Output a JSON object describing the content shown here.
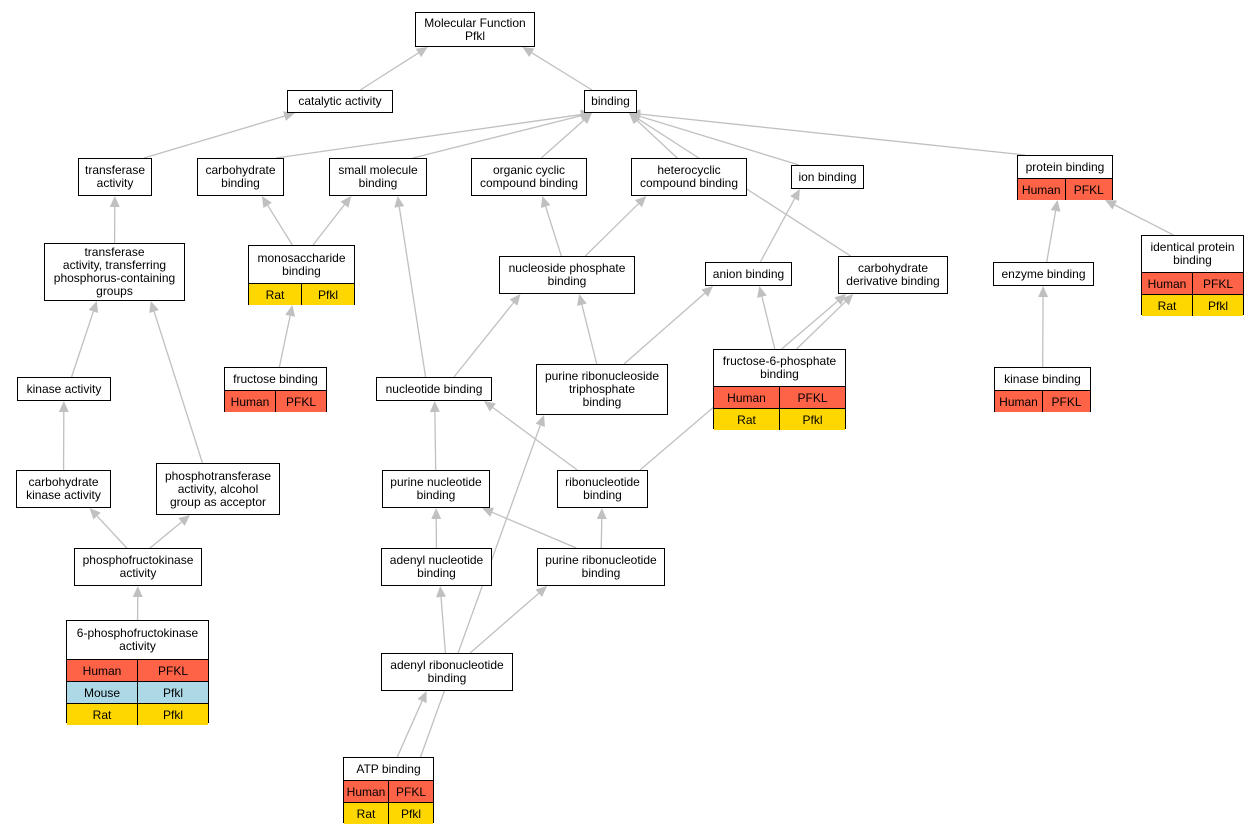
{
  "colors": {
    "edge": "#c0c0c0",
    "Human": "#ff6347",
    "Mouse": "#add8e6",
    "Rat": "#ffd700"
  },
  "nodes": {
    "mf": {
      "label": "Molecular Function\nPfkl",
      "annotations": []
    },
    "catalytic": {
      "label": "catalytic activity",
      "annotations": []
    },
    "binding": {
      "label": "binding",
      "annotations": []
    },
    "transferase": {
      "label": "transferase\nactivity",
      "annotations": []
    },
    "carb_binding": {
      "label": "carbohydrate\nbinding",
      "annotations": []
    },
    "small_mol": {
      "label": "small molecule\nbinding",
      "annotations": []
    },
    "org_cyclic": {
      "label": "organic cyclic\ncompound binding",
      "annotations": []
    },
    "heterocyclic": {
      "label": "heterocyclic\ncompound binding",
      "annotations": []
    },
    "ion_binding": {
      "label": "ion binding",
      "annotations": []
    },
    "protein_binding": {
      "label": "protein binding",
      "annotations": [
        [
          "Human",
          "PFKL"
        ]
      ]
    },
    "transferase_phos": {
      "label": "transferase\nactivity, transferring\nphosphorus-containing\ngroups",
      "annotations": []
    },
    "monosacch": {
      "label": "monosaccharide\nbinding",
      "annotations": [
        [
          "Rat",
          "Pfkl"
        ]
      ]
    },
    "nucleoside_phos": {
      "label": "nucleoside phosphate\nbinding",
      "annotations": []
    },
    "anion": {
      "label": "anion binding",
      "annotations": []
    },
    "carb_deriv": {
      "label": "carbohydrate\nderivative binding",
      "annotations": []
    },
    "enzyme_binding": {
      "label": "enzyme binding",
      "annotations": []
    },
    "identical_protein": {
      "label": "identical protein\nbinding",
      "annotations": [
        [
          "Human",
          "PFKL"
        ],
        [
          "Rat",
          "Pfkl"
        ]
      ]
    },
    "kinase_activity": {
      "label": "kinase activity",
      "annotations": []
    },
    "fructose": {
      "label": "fructose binding",
      "annotations": [
        [
          "Human",
          "PFKL"
        ]
      ]
    },
    "nucleotide": {
      "label": "nucleotide binding",
      "annotations": []
    },
    "purine_ribonucleoside_tp": {
      "label": "purine ribonucleoside\ntriphosphate\nbinding",
      "annotations": []
    },
    "f6p": {
      "label": "fructose-6-phosphate\nbinding",
      "annotations": [
        [
          "Human",
          "PFKL"
        ],
        [
          "Rat",
          "Pfkl"
        ]
      ]
    },
    "kinase_binding": {
      "label": "kinase binding",
      "annotations": [
        [
          "Human",
          "PFKL"
        ]
      ]
    },
    "carb_kinase": {
      "label": "carbohydrate\nkinase activity",
      "annotations": []
    },
    "phosphotransferase": {
      "label": "phosphotransferase\nactivity, alcohol\ngroup as acceptor",
      "annotations": []
    },
    "purine_nucleotide": {
      "label": "purine nucleotide\nbinding",
      "annotations": []
    },
    "ribonucleotide": {
      "label": "ribonucleotide\nbinding",
      "annotations": []
    },
    "pfk_activity": {
      "label": "phosphofructokinase\nactivity",
      "annotations": []
    },
    "adenyl_nucleotide": {
      "label": "adenyl nucleotide\nbinding",
      "annotations": []
    },
    "purine_ribonucleotide": {
      "label": "purine ribonucleotide\nbinding",
      "annotations": []
    },
    "pfk6": {
      "label": "6-phosphofructokinase\nactivity",
      "annotations": [
        [
          "Human",
          "PFKL"
        ],
        [
          "Mouse",
          "Pfkl"
        ],
        [
          "Rat",
          "Pfkl"
        ]
      ]
    },
    "adenyl_ribonucleotide": {
      "label": "adenyl ribonucleotide\nbinding",
      "annotations": []
    },
    "atp": {
      "label": "ATP binding",
      "annotations": [
        [
          "Human",
          "PFKL"
        ],
        [
          "Rat",
          "Pfkl"
        ]
      ]
    }
  },
  "edges": [
    [
      "catalytic",
      "mf"
    ],
    [
      "binding",
      "mf"
    ],
    [
      "transferase",
      "catalytic"
    ],
    [
      "carb_binding",
      "binding"
    ],
    [
      "small_mol",
      "binding"
    ],
    [
      "org_cyclic",
      "binding"
    ],
    [
      "heterocyclic",
      "binding"
    ],
    [
      "ion_binding",
      "binding"
    ],
    [
      "protein_binding",
      "binding"
    ],
    [
      "carb_deriv",
      "binding"
    ],
    [
      "transferase_phos",
      "transferase"
    ],
    [
      "monosacch",
      "carb_binding"
    ],
    [
      "monosacch",
      "small_mol"
    ],
    [
      "nucleoside_phos",
      "org_cyclic"
    ],
    [
      "nucleoside_phos",
      "heterocyclic"
    ],
    [
      "anion",
      "ion_binding"
    ],
    [
      "enzyme_binding",
      "protein_binding"
    ],
    [
      "identical_protein",
      "protein_binding"
    ],
    [
      "kinase_activity",
      "transferase_phos"
    ],
    [
      "phosphotransferase",
      "transferase_phos"
    ],
    [
      "fructose",
      "monosacch"
    ],
    [
      "nucleotide",
      "small_mol"
    ],
    [
      "nucleotide",
      "nucleoside_phos"
    ],
    [
      "purine_ribonucleoside_tp",
      "nucleoside_phos"
    ],
    [
      "purine_ribonucleoside_tp",
      "anion"
    ],
    [
      "f6p",
      "anion"
    ],
    [
      "f6p",
      "carb_deriv"
    ],
    [
      "kinase_binding",
      "enzyme_binding"
    ],
    [
      "carb_kinase",
      "kinase_activity"
    ],
    [
      "purine_nucleotide",
      "nucleotide"
    ],
    [
      "ribonucleotide",
      "nucleotide"
    ],
    [
      "ribonucleotide",
      "carb_deriv"
    ],
    [
      "pfk_activity",
      "carb_kinase"
    ],
    [
      "pfk_activity",
      "phosphotransferase"
    ],
    [
      "adenyl_nucleotide",
      "purine_nucleotide"
    ],
    [
      "purine_ribonucleotide",
      "purine_nucleotide"
    ],
    [
      "purine_ribonucleotide",
      "ribonucleotide"
    ],
    [
      "pfk6",
      "pfk_activity"
    ],
    [
      "adenyl_ribonucleotide",
      "adenyl_nucleotide"
    ],
    [
      "adenyl_ribonucleotide",
      "purine_ribonucleotide"
    ],
    [
      "atp",
      "adenyl_ribonucleotide"
    ],
    [
      "atp",
      "purine_ribonucleoside_tp"
    ]
  ]
}
